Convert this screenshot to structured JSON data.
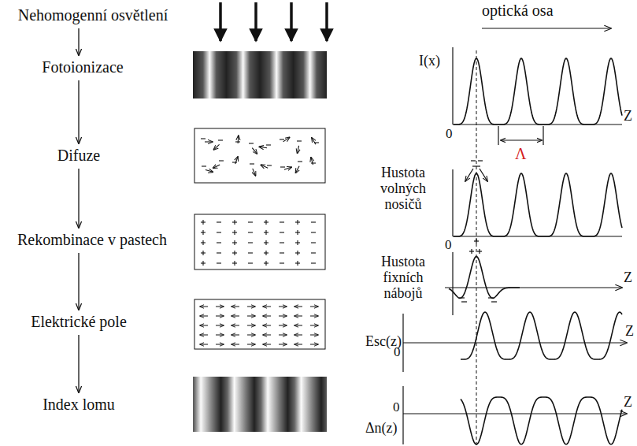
{
  "diagram": {
    "nodes": [
      {
        "text": [
          "Nehomogenní osvětlení"
        ]
      },
      {
        "text": [
          "Fotoionizace"
        ]
      },
      {
        "text": [
          "Difuze"
        ]
      },
      {
        "text": [
          "Rekombinace v pastech"
        ]
      },
      {
        "text": [
          "Elektrické pole"
        ]
      },
      {
        "text": [
          "Index lomu"
        ]
      }
    ],
    "edges": [
      {
        "from": 0,
        "to": 1,
        "arrow": "to"
      },
      {
        "from": 1,
        "to": 2,
        "arrow": "to"
      },
      {
        "from": 2,
        "to": 3,
        "arrow": "to"
      },
      {
        "from": 3,
        "to": 4,
        "arrow": "to"
      },
      {
        "from": 4,
        "to": 5,
        "arrow": "to"
      }
    ],
    "labels": [
      "optická osa",
      "I(x)",
      "0",
      "Z",
      "Λ",
      "Hustota volných nosičů",
      "0",
      "Hustota fixních nábojů",
      "Z",
      "Esc(z)",
      "0",
      "Z",
      "Δn(z)",
      "0",
      "Z"
    ]
  }
}
